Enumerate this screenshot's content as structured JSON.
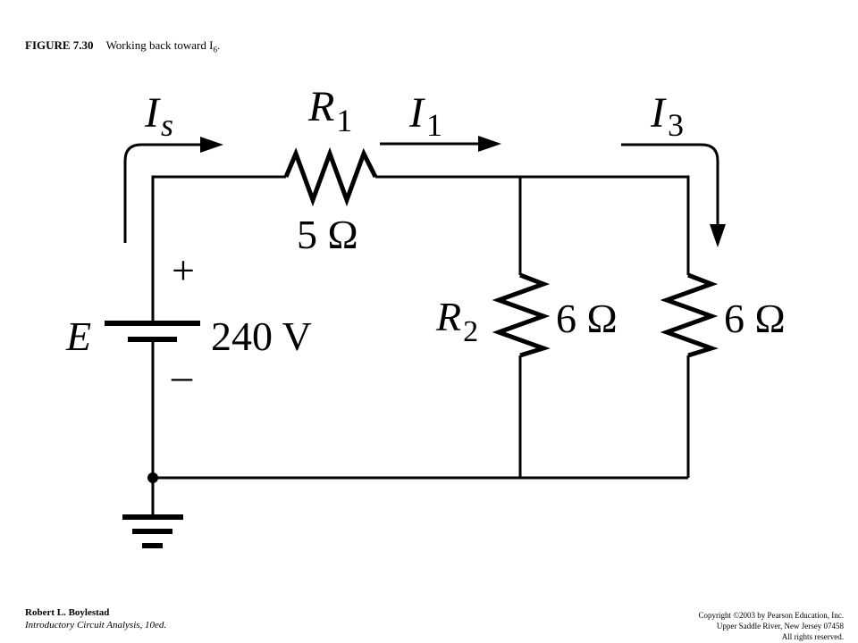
{
  "caption": {
    "figure_label": "FIGURE 7.30",
    "title_prefix": "Working back toward I",
    "title_subscript": "6",
    "title_suffix": "."
  },
  "circuit": {
    "source": {
      "symbol": "E",
      "value": "240 V",
      "plus": "+",
      "minus": "–"
    },
    "r1": {
      "name": "R",
      "sub": "1",
      "value": "5 Ω"
    },
    "r2": {
      "name": "R",
      "sub": "2",
      "value": "6 Ω"
    },
    "r3": {
      "value": "6 Ω"
    },
    "currents": {
      "is": {
        "name": "I",
        "sub": "s"
      },
      "i1": {
        "name": "I",
        "sub": "1"
      },
      "i3": {
        "name": "I",
        "sub": "3"
      }
    }
  },
  "footer": {
    "author": "Robert L. Boylestad",
    "book": "Introductory Circuit Analysis, 10ed.",
    "copyright_lines": [
      "Copyright ©2003 by Pearson Education, Inc.",
      "Upper Saddle River, New Jersey 07458",
      "All rights reserved."
    ]
  }
}
